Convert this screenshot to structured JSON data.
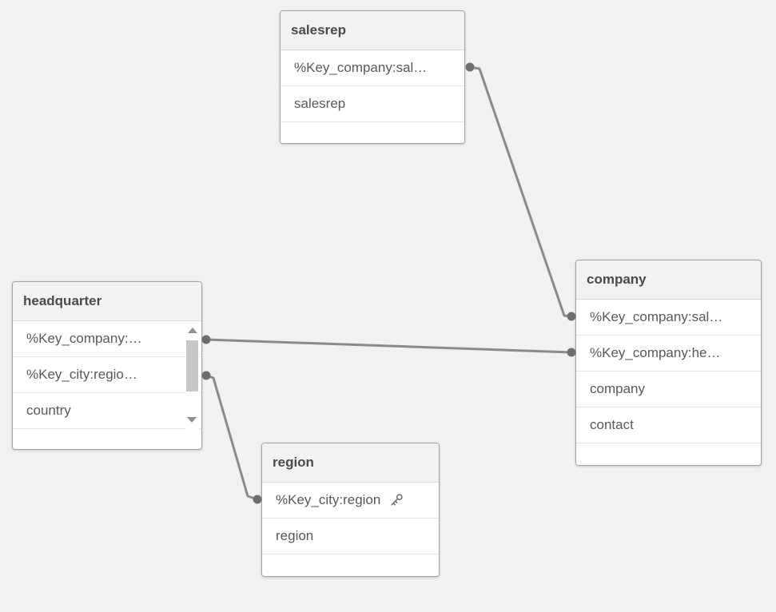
{
  "canvas": {
    "background": "#f1f1f1",
    "connector_color": "#8a8a8a",
    "connector_dot_color": "#6e6e6e"
  },
  "tables": {
    "salesrep": {
      "title": "salesrep",
      "fields": [
        {
          "label": "%Key_company:sal…"
        },
        {
          "label": "salesrep"
        }
      ]
    },
    "headquarter": {
      "title": "headquarter",
      "has_scrollbar": true,
      "fields": [
        {
          "label": "%Key_company:…"
        },
        {
          "label": "%Key_city:regio…"
        },
        {
          "label": "country"
        }
      ]
    },
    "region": {
      "title": "region",
      "fields": [
        {
          "label": "%Key_city:region",
          "icon": "key"
        },
        {
          "label": "region"
        }
      ]
    },
    "company": {
      "title": "company",
      "fields": [
        {
          "label": "%Key_company:sal…"
        },
        {
          "label": "%Key_company:he…"
        },
        {
          "label": "company"
        },
        {
          "label": "contact"
        }
      ]
    }
  },
  "connections": [
    {
      "from_table": "salesrep",
      "from_field": "%Key_company:sal…",
      "to_table": "company",
      "to_field": "%Key_company:sal…"
    },
    {
      "from_table": "headquarter",
      "from_field": "%Key_company:…",
      "to_table": "company",
      "to_field": "%Key_company:he…"
    },
    {
      "from_table": "headquarter",
      "from_field": "%Key_city:regio…",
      "to_table": "region",
      "to_field": "%Key_city:region"
    }
  ]
}
